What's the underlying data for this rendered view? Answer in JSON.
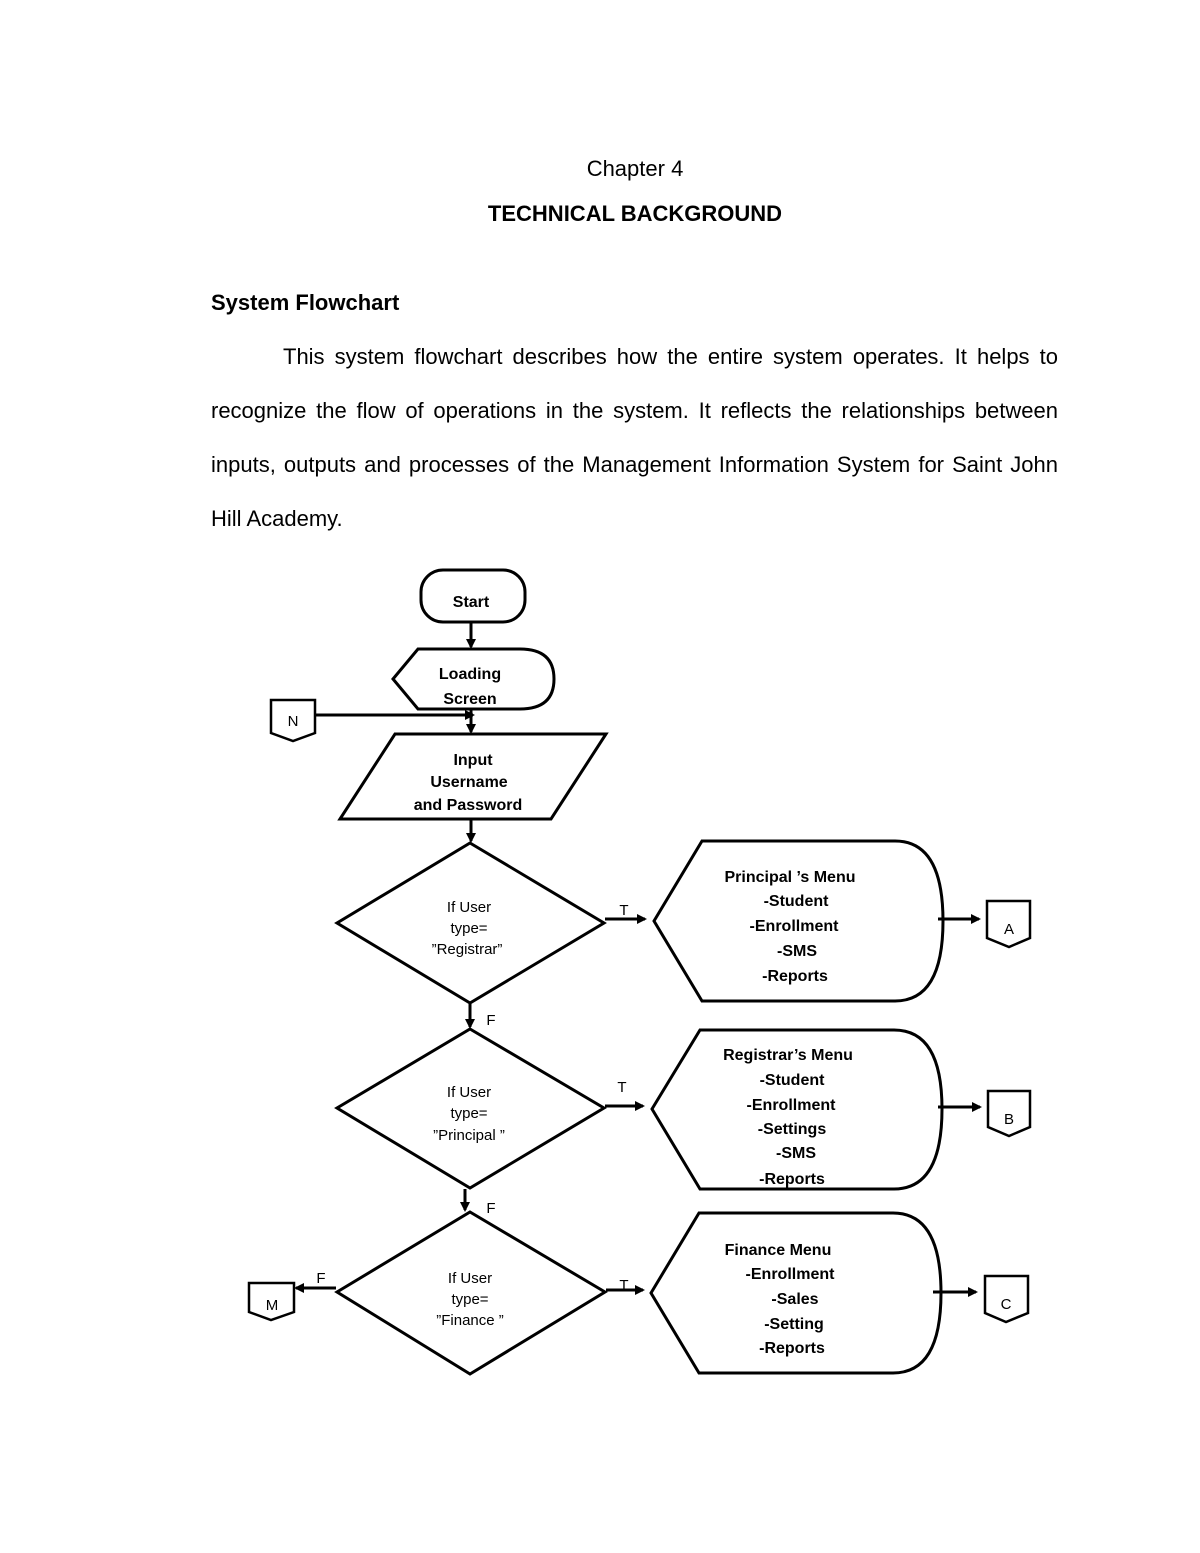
{
  "header": {
    "chapter": "Chapter 4",
    "title": "TECHNICAL BACKGROUND"
  },
  "section": {
    "heading": "System Flowchart",
    "paragraph": "This system flowchart describes how the entire system operates. It helps to recognize the flow of operations in the system. It reflects the relationships between inputs, outputs and processes of the Management Information System for Saint John Hill Academy."
  },
  "flowchart": {
    "start": "Start",
    "loading": [
      "Loading",
      "Screen"
    ],
    "input": [
      "Input",
      "Username",
      "and Password"
    ],
    "connectors": {
      "n": "N",
      "a": "A",
      "b": "B",
      "c": "C",
      "m": "M"
    },
    "decision1": [
      "If User",
      "type=",
      "”Registrar”"
    ],
    "decision2": [
      "If User",
      "type=",
      "”Principal ”"
    ],
    "decision3": [
      "If User",
      "type=",
      "”Finance ”"
    ],
    "menu1": [
      "Principal ’s Menu",
      "-Student",
      "-Enrollment",
      "-SMS",
      "-Reports"
    ],
    "menu2": [
      "Registrar’s Menu",
      "-Student",
      "-Enrollment",
      "-Settings",
      "-SMS",
      "-Reports"
    ],
    "menu3": [
      "Finance  Menu",
      "-Enrollment",
      "-Sales",
      "-Setting",
      "-Reports"
    ],
    "true_label": "T",
    "false_label": "F"
  }
}
